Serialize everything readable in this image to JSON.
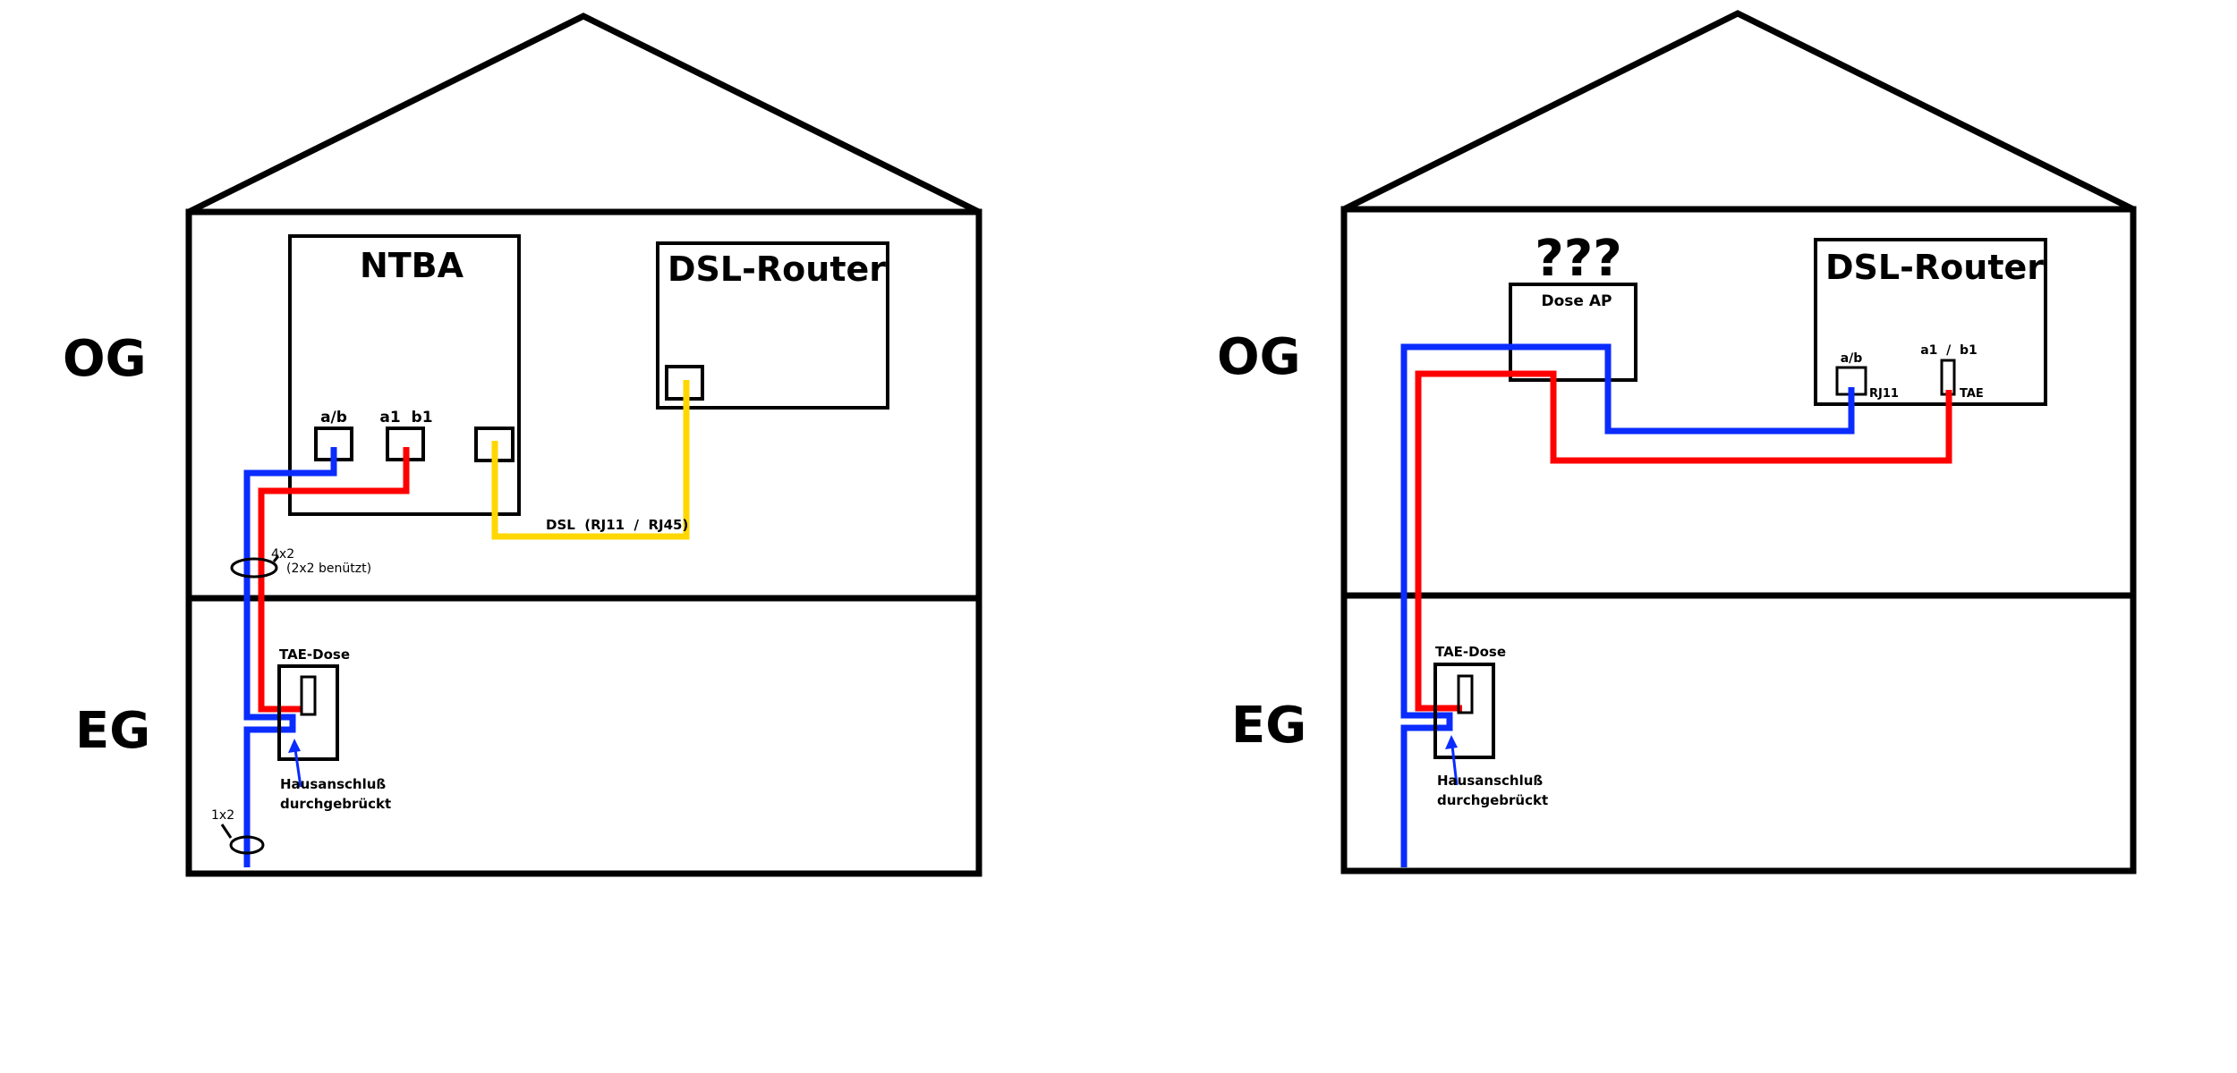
{
  "colors": {
    "outline": "#000000",
    "line_ab": "#0a2cff",
    "line_a1b1": "#ff0000",
    "line_dsl": "#ffd700",
    "background": "#ffffff"
  },
  "left_house": {
    "floor_upper": "OG",
    "floor_lower": "EG",
    "ntba": {
      "title": "NTBA",
      "port_ab": "a/b",
      "port_a1b1": "a1  b1"
    },
    "router": {
      "title": "DSL-Router"
    },
    "dsl_cable_label": "DSL  (RJ11  /  RJ45)",
    "cable_upper_label": "4x2",
    "cable_upper_note": "(2x2 benützt)",
    "cable_lower_label": "1x2",
    "tae": {
      "title": "TAE-Dose",
      "note_line1": "Hausanschluß",
      "note_line2": "durchgebrückt"
    }
  },
  "right_house": {
    "floor_upper": "OG",
    "floor_lower": "EG",
    "unknown_device": {
      "question": "???",
      "title": "Dose AP"
    },
    "router": {
      "title": "DSL-Router",
      "port_ab": "a/b",
      "port_ab_type": "RJ11",
      "port_a1b1": "a1  /  b1",
      "port_a1b1_type": "TAE"
    },
    "tae": {
      "title": "TAE-Dose",
      "note_line1": "Hausanschluß",
      "note_line2": "durchgebrückt"
    }
  }
}
